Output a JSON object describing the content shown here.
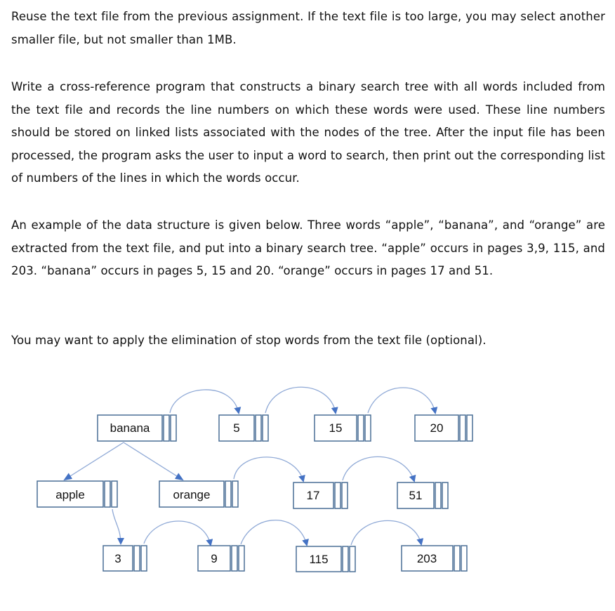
{
  "paragraphs": [
    "Reuse the text file from the previous assignment. If the text file is too large, you may select another smaller file, but not smaller than 1MB.",
    "Write a cross-reference program that constructs a binary search tree with all words included from the text file and records the line numbers on which these words were used. These line numbers should be stored on linked lists associated with the nodes of the tree. After the input file has been processed, the program asks the user to input a word to search, then print out the corresponding list of numbers of the lines in which the words occur.",
    "An example of the data structure is given below. Three words “apple”, “banana”, and “orange” are extracted from the text file, and put into a binary search tree. “apple” occurs in pages 3,9, 115, and 203. “banana” occurs in pages 5, 15 and 20. “orange” occurs in pages 17 and 51.",
    "You may want to apply the elimination of stop words from the text file (optional)."
  ],
  "diagram": {
    "colors": {
      "box": "#4a6f96",
      "arrow": "#4472c4",
      "tree_line": "#8fa9d6"
    },
    "tree": {
      "root": "banana",
      "left": "apple",
      "right": "orange"
    },
    "lists": {
      "banana": [
        "5",
        "15",
        "20"
      ],
      "orange": [
        "17",
        "51"
      ],
      "apple": [
        "3",
        "9",
        "115",
        "203"
      ]
    }
  }
}
